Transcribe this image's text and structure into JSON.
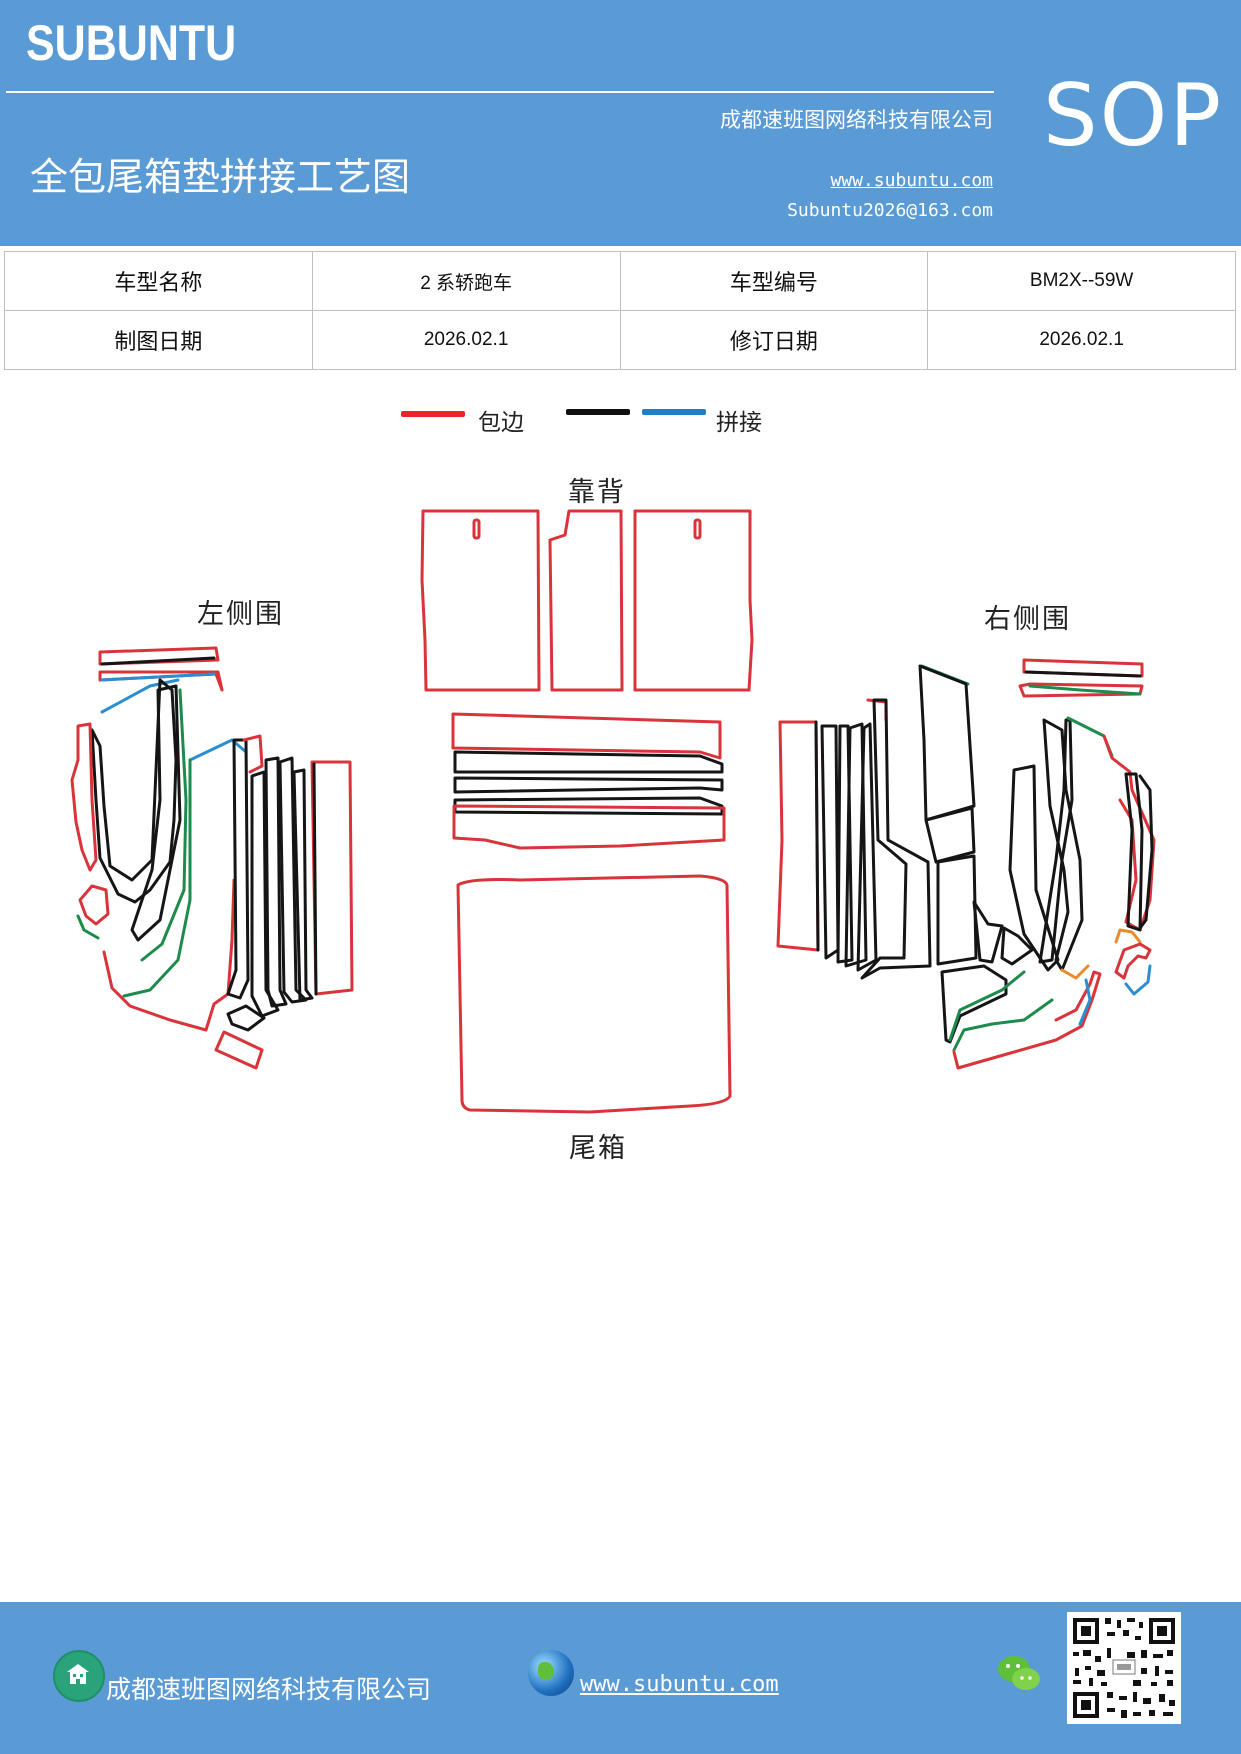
{
  "header": {
    "brand": "SUBUNTU",
    "company": "成都速班图网络科技有限公司",
    "title": "全包尾箱垫拼接工艺图",
    "website": "www.subuntu.com",
    "email": "Subuntu2026@163.com",
    "badge": "SOP"
  },
  "info_table": {
    "rows": [
      [
        "车型名称",
        "2 系轿跑车",
        "车型编号",
        "BM2X--59W"
      ],
      [
        "制图日期",
        "2026.02.1",
        "修订日期",
        "2026.02.1"
      ]
    ]
  },
  "legend": {
    "items": [
      {
        "label": "包边",
        "color": "#e8252a"
      },
      {
        "label": "拼接",
        "colors": [
          "#111111",
          "#1f7fc8"
        ]
      }
    ]
  },
  "parts": {
    "backrest": "靠背",
    "left_side": "左侧围",
    "right_side": "右侧围",
    "trunk": "尾箱"
  },
  "colors": {
    "header_bg": "#5b9bd5",
    "edge_binding": "#d8343a",
    "seam_black": "#151515",
    "seam_blue": "#2a8fd0",
    "seam_green": "#1e8a4c",
    "seam_orange": "#e98b2a"
  },
  "footer": {
    "company": "成都速班图网络科技有限公司",
    "website": "www.subuntu.com",
    "icons": [
      "building-icon",
      "globe-icon",
      "wechat-icon",
      "qr-code"
    ]
  }
}
